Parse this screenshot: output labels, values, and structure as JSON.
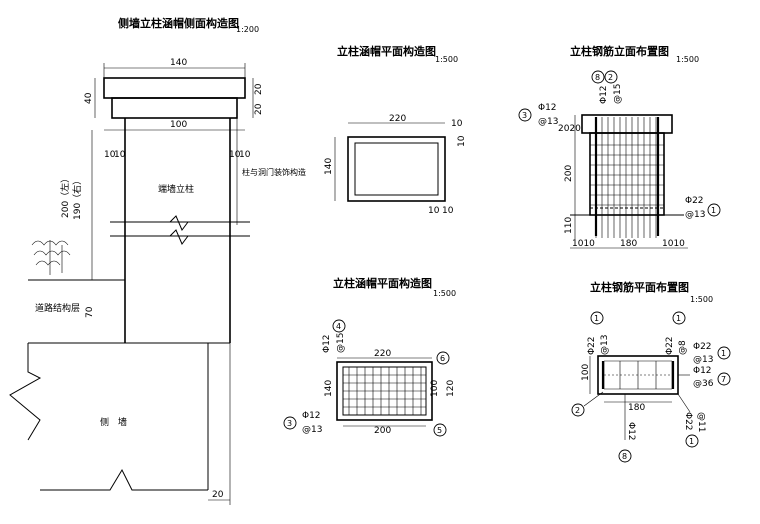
{
  "side_view": {
    "title": "侧墙立柱涵帽侧面构造图",
    "scale": "1:200",
    "dim_top": "140",
    "dim_left_40": "40",
    "dim_right_20a": "20",
    "dim_right_20b": "20",
    "dim_mid": "100",
    "dim_10a": "10",
    "dim_10b": "10",
    "dim_10c": "10",
    "dim_10d": "10",
    "dim_height": "200（左）",
    "dim_height2": "190（右）",
    "label_column": "端墙立柱",
    "label_note": "柱与洞门装饰构造",
    "label_road": "道路结构层",
    "dim_70": "70",
    "label_wall": "侧　墙",
    "dim_20_bottom": "20"
  },
  "plan_view_top": {
    "title": "立柱涵帽平面构造图",
    "scale": "1:500",
    "dim_220": "220",
    "dim_140": "140",
    "dim_10a": "10",
    "dim_10b": "10",
    "dim_10c": "10",
    "dim_10d": "10"
  },
  "elevation_rebar": {
    "title": "立柱钢筋立面布置图",
    "scale": "1:500",
    "mark_8": "8",
    "mark_2": "2",
    "bar_phi12": "Φ12",
    "bar_phi15": "@15",
    "mark_3": "3",
    "left_phi12": "Φ12",
    "left_at13": "@13",
    "dim_2020": "2020",
    "dim_200": "200",
    "dim_110": "110",
    "right_phi22": "Φ22",
    "right_at13": "@13",
    "mark_1": "1",
    "dim_1010a": "1010",
    "dim_180": "180",
    "dim_1010b": "1010"
  },
  "plan_view_bottom": {
    "title": "立柱涵帽平面构造图",
    "scale": "1:500",
    "bar_phi12": "Φ12",
    "bar_at15": "@15",
    "mark_4": "4",
    "dim_220": "220",
    "mark_6": "6",
    "dim_140": "140",
    "dim_100": "100",
    "dim_120": "120",
    "mark_3": "3",
    "left_phi12": "Φ12",
    "left_at13": "@13",
    "dim_200": "200",
    "mark_5": "5"
  },
  "plan_rebar": {
    "title": "立柱钢筋平面布置图",
    "scale": "1:500",
    "mark_1a": "1",
    "left_phi22": "Φ22",
    "left_at13": "@13",
    "mid_phi22": "Φ22",
    "mid_at8": "@8",
    "mark_1b": "1",
    "right_phi22": "Φ22",
    "right_at13": "@13",
    "mark_1c": "1",
    "right_phi12": "Φ12",
    "right_at36": "@36",
    "mark_7": "7",
    "dim_100": "100",
    "dim_180": "180",
    "mark_2": "2",
    "bottom_phi22": "Φ22",
    "bottom_at11": "@11",
    "mark_1d": "1",
    "bottom_phi12": "Φ12",
    "mark_8": "8"
  }
}
